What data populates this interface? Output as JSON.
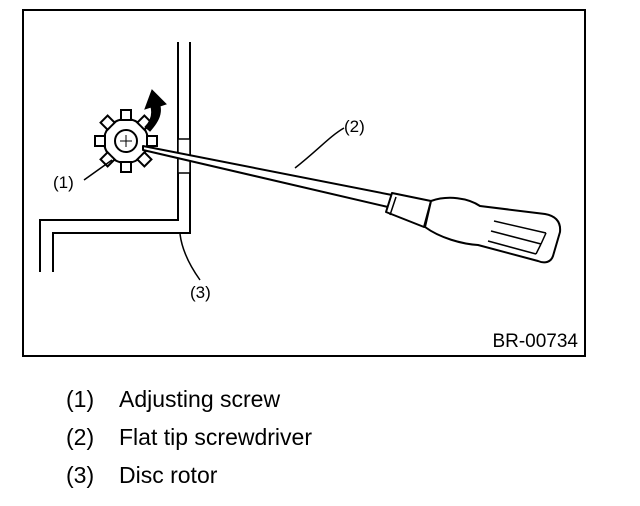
{
  "figure": {
    "code": "BR-00734",
    "callouts": {
      "c1": "(1)",
      "c2": "(2)",
      "c3": "(3)"
    }
  },
  "legend": [
    {
      "num": "(1)",
      "label": "Adjusting screw"
    },
    {
      "num": "(2)",
      "label": "Flat tip screwdriver"
    },
    {
      "num": "(3)",
      "label": "Disc rotor"
    }
  ],
  "icons": {
    "rotation_arrow": "curved-arrow-up-icon"
  }
}
